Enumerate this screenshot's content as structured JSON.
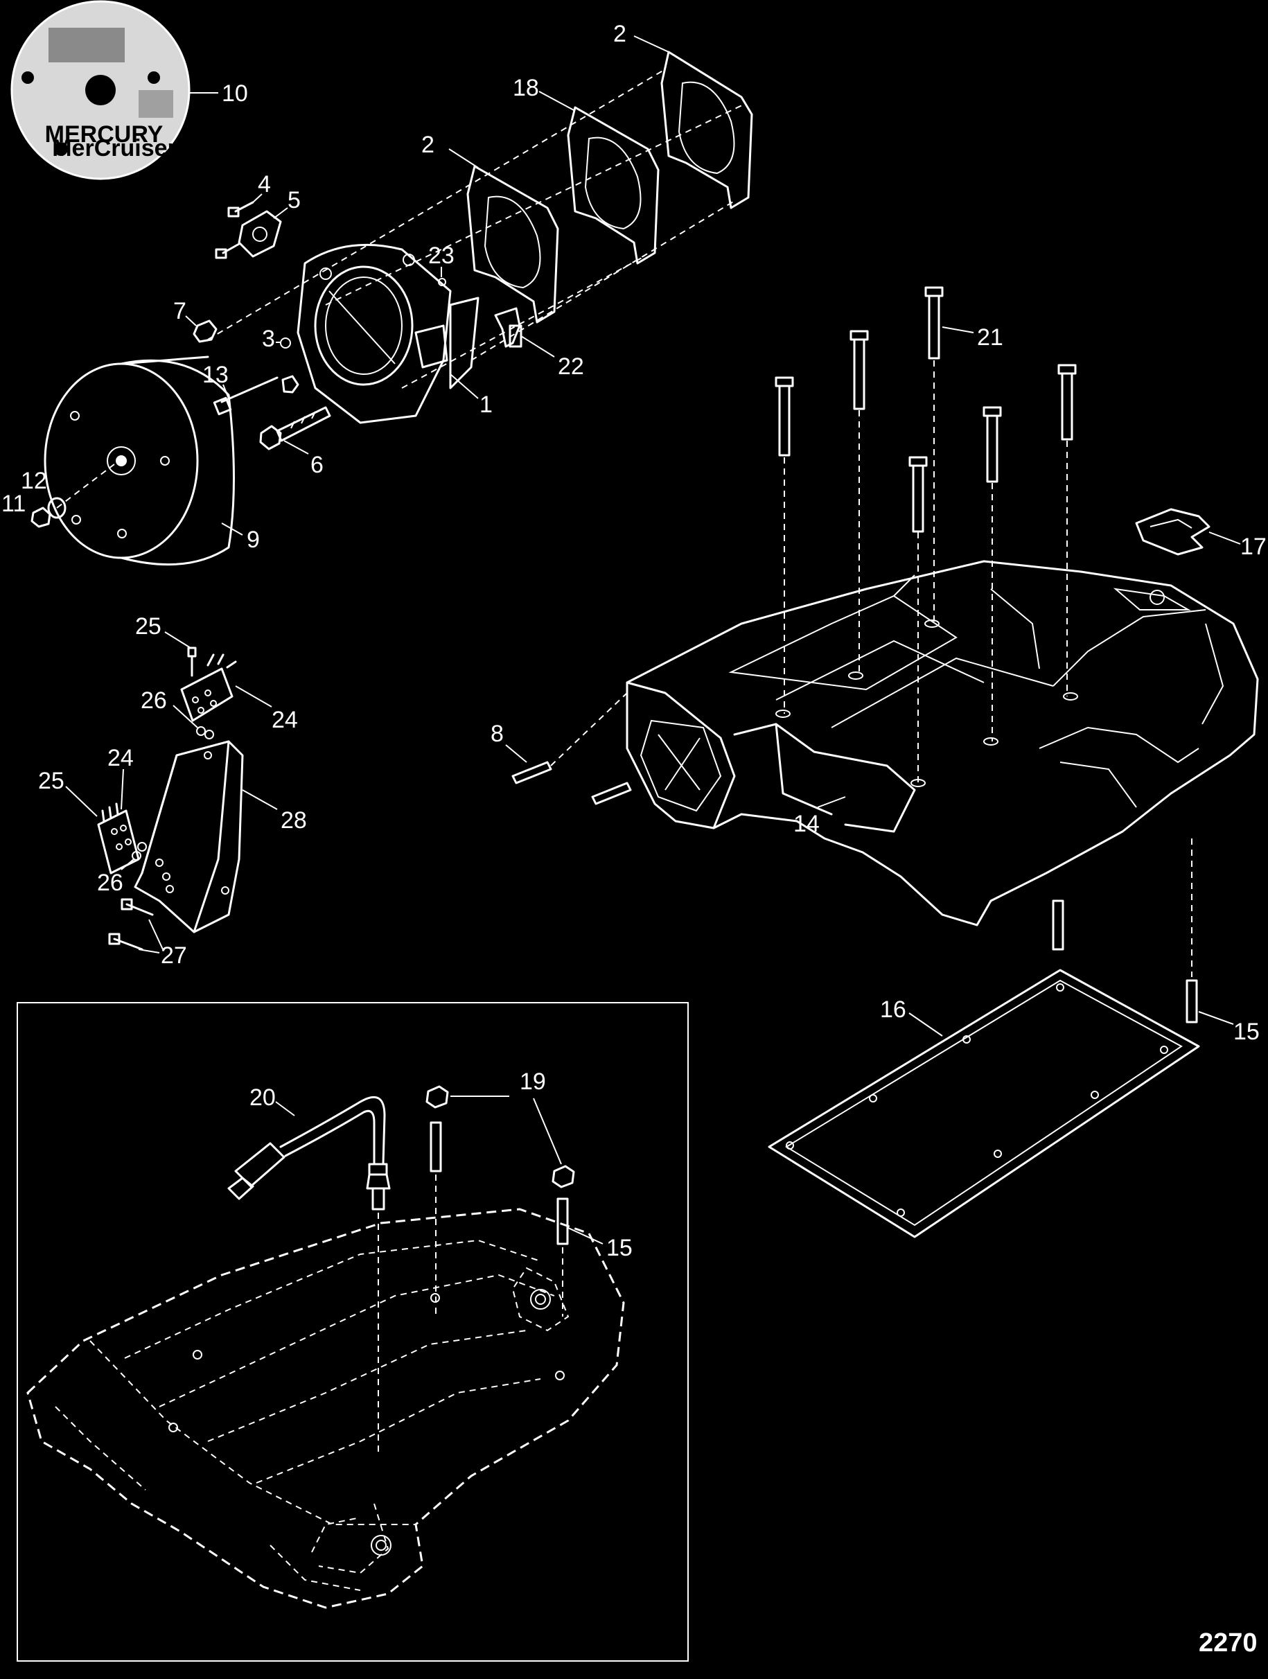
{
  "drawing_number": "2270",
  "callouts": {
    "c1": "1",
    "c2a": "2",
    "c2b": "2",
    "c3": "3",
    "c4": "4",
    "c5": "5",
    "c6": "6",
    "c7": "7",
    "c8": "8",
    "c9": "9",
    "c10": "10",
    "c11": "11",
    "c12": "12",
    "c13": "13",
    "c14": "14",
    "c15a": "15",
    "c15b": "15",
    "c16": "16",
    "c17": "17",
    "c18": "18",
    "c19": "19",
    "c20": "20",
    "c21": "21",
    "c22": "22",
    "c23": "23",
    "c24a": "24",
    "c24b": "24",
    "c25a": "25",
    "c25b": "25",
    "c26a": "26",
    "c26b": "26",
    "c27": "27",
    "c28": "28"
  },
  "decal": {
    "brand": "MERCURY",
    "sub": "MerCruiser"
  }
}
